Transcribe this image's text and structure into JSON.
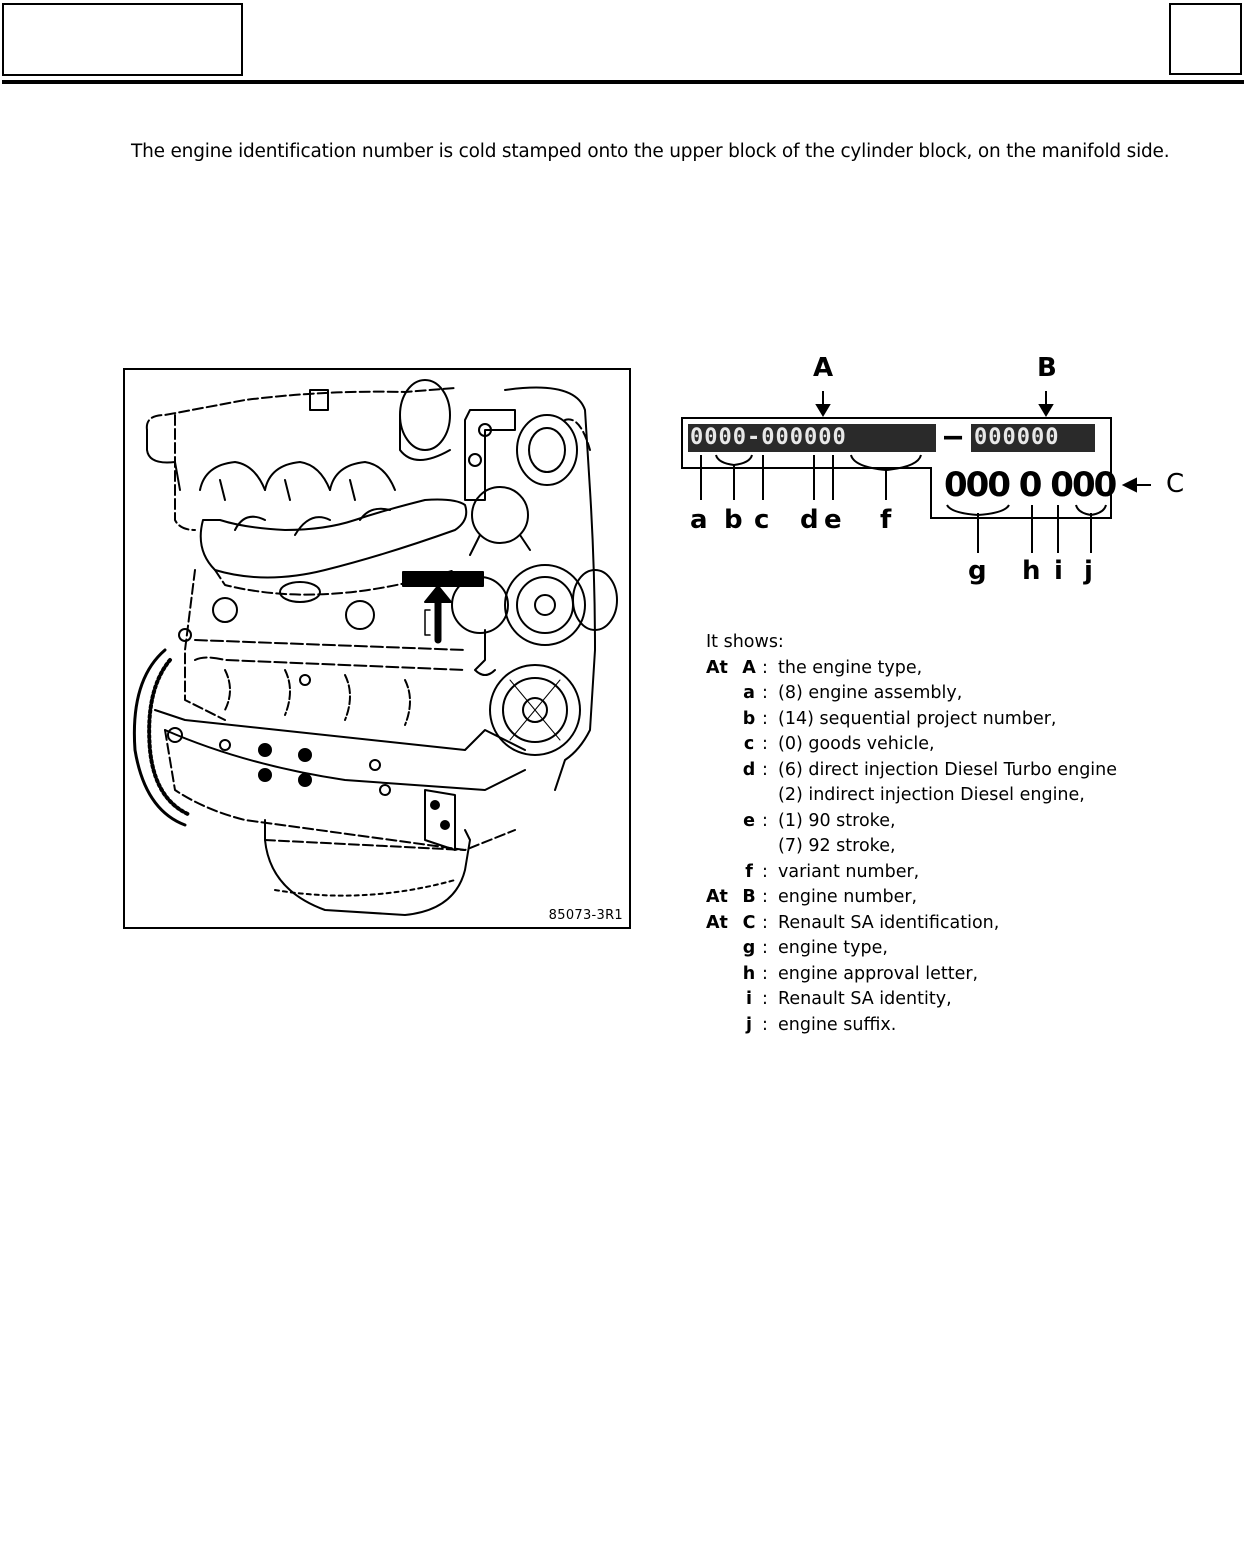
{
  "header": {
    "left_box_text": "",
    "right_box_text": ""
  },
  "intro": {
    "text": "The engine identification number is cold stamped onto the upper block of the cylinder block, on  the manifold side."
  },
  "figure": {
    "reference": "85073-3R1",
    "description": "Engine line drawing with arrow pointing to stamped identification plate on upper cylinder block, manifold side"
  },
  "id_diagram": {
    "pointers": {
      "A": "A",
      "B": "B",
      "C": "C"
    },
    "line1_engine_type": "0000-000000",
    "separator": "–",
    "line1_engine_number": "000000",
    "line2_renault_id": "000 0 000",
    "sub_labels": [
      "a",
      "b",
      "c",
      "d",
      "e",
      "f",
      "g",
      "h",
      "i",
      "j"
    ]
  },
  "legend": {
    "intro": "It shows:",
    "rows": [
      {
        "pre": "At",
        "key": "A",
        "desc": "the engine type,",
        "bold_desc": false
      },
      {
        "pre": "",
        "key": "a",
        "desc": "(8) engine assembly,",
        "bold_desc": false
      },
      {
        "pre": "",
        "key": "b",
        "desc": "(14) sequential project number,",
        "bold_desc": false
      },
      {
        "pre": "",
        "key": "c",
        "desc": "(0) goods vehicle,",
        "bold_desc": false
      },
      {
        "pre": "",
        "key": "d",
        "desc": "(6) direct injection Diesel Turbo engine",
        "bold_desc": false
      },
      {
        "pre": "",
        "key": "",
        "desc": "(2) indirect injection Diesel engine,",
        "bold_desc": false
      },
      {
        "pre": "",
        "key": "e",
        "desc": "(1) 90 stroke,",
        "bold_desc": false
      },
      {
        "pre": "",
        "key": "",
        "desc": "(7) 92 stroke,",
        "bold_desc": false
      },
      {
        "pre": "",
        "key": "f",
        "desc": "variant number,",
        "bold_desc": false
      },
      {
        "pre": "At",
        "key": "B",
        "desc": "engine number,",
        "bold_desc": false
      },
      {
        "pre": "At",
        "key": "C",
        "desc": "Renault SA identification,",
        "bold_desc": false
      },
      {
        "pre": "",
        "key": "g",
        "desc": "engine type,",
        "bold_desc": false
      },
      {
        "pre": "",
        "key": "h",
        "desc": "engine approval letter,",
        "bold_desc": false
      },
      {
        "pre": "",
        "key": "i",
        "desc": "Renault SA identity,",
        "bold_desc": false
      },
      {
        "pre": "",
        "key": "j",
        "desc": "engine suffix.",
        "bold_desc": false
      }
    ]
  }
}
